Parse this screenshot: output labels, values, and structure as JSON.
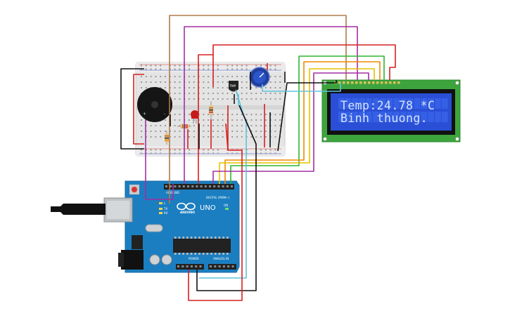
{
  "lcd": {
    "line1": "Temp:24.78 *C",
    "line2": "Binh thuong."
  },
  "arduino": {
    "logo_text": "ARDUINO",
    "model": "UNO",
    "digital_label": "DIGITAL (PWM~)",
    "power_label": "POWER",
    "analog_label": "ANALOG IN",
    "aref_label": "AREF",
    "gnd_label": "GND",
    "tx_label": "TX",
    "rx_label": "RX",
    "l_label": "L",
    "on_label": "ON"
  },
  "breadboard": {
    "sensor_label": "TMP"
  },
  "colors": {
    "wire_brown": "#b07a4a",
    "wire_purple": "#a12fa3",
    "wire_red": "#d62020",
    "wire_green": "#2fb52f",
    "wire_orange": "#f08a00",
    "wire_yellow": "#e6c200",
    "wire_black": "#111111",
    "wire_cyan": "#5fc3dc",
    "arduino_board": "#1b7ec0",
    "lcd_frame": "#3da43d",
    "lcd_screen": "#2a4fd6"
  }
}
